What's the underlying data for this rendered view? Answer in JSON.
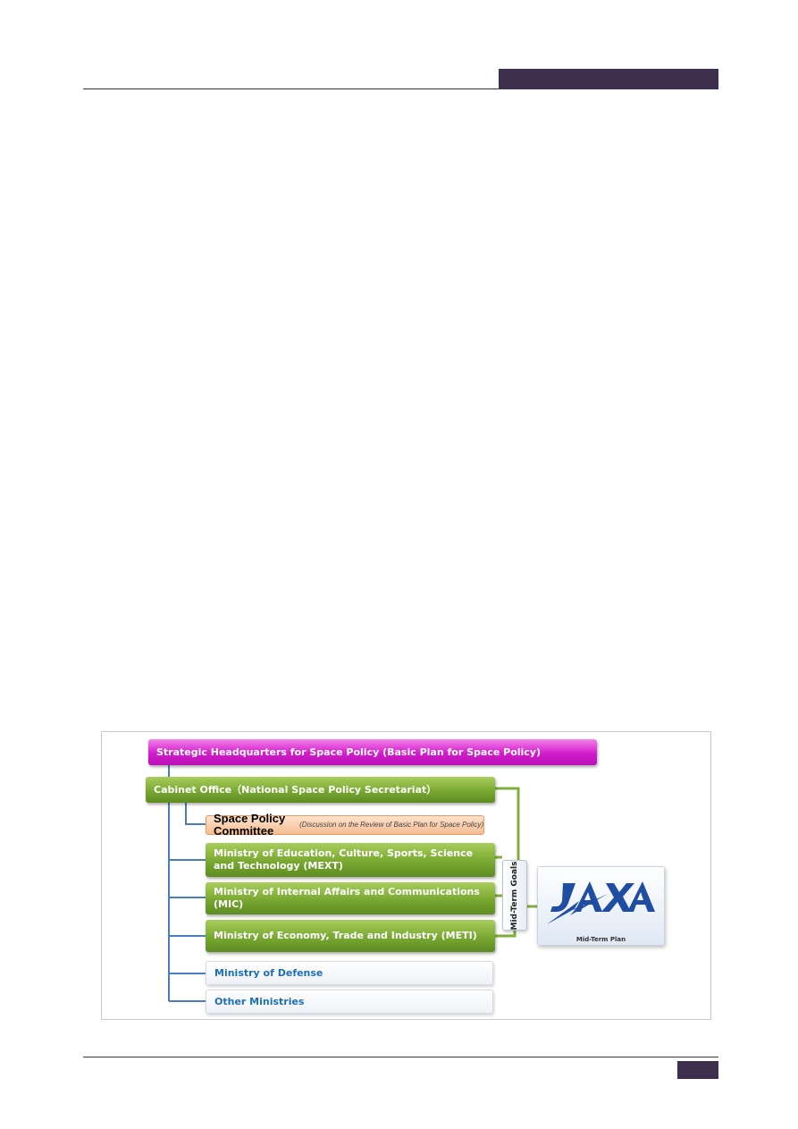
{
  "diagram": {
    "headquarters": "Strategic Headquarters for Space Policy (Basic Plan for Space Policy)",
    "cabinet_office": "Cabinet Office（National Space Policy Secretariat）",
    "committee": {
      "name": "Space Policy Committee",
      "note": "(Discussion on the Review of  Basic Plan for Space Policy)"
    },
    "ministries": {
      "mext": "Ministry of Education, Culture, Sports, Science and Technology  (MEXT)",
      "mic": "Ministry of Internal Affairs and Communications (MIC)",
      "meti": "Ministry of Economy, Trade and Industry (METI)",
      "defense": "Ministry of Defense",
      "other": "Other Ministries"
    },
    "goals": "Mid-Term Goals",
    "jaxa": {
      "logo_text": "JAXA",
      "plan": "Mid-Term Plan"
    }
  },
  "colors": {
    "header_bar": "#3f2f4f",
    "pink": "#d21ccc",
    "green": "#79a832",
    "orange": "#f6bd92",
    "blue_line": "#4a7dbf",
    "jaxa_blue": "#1e4da1"
  }
}
